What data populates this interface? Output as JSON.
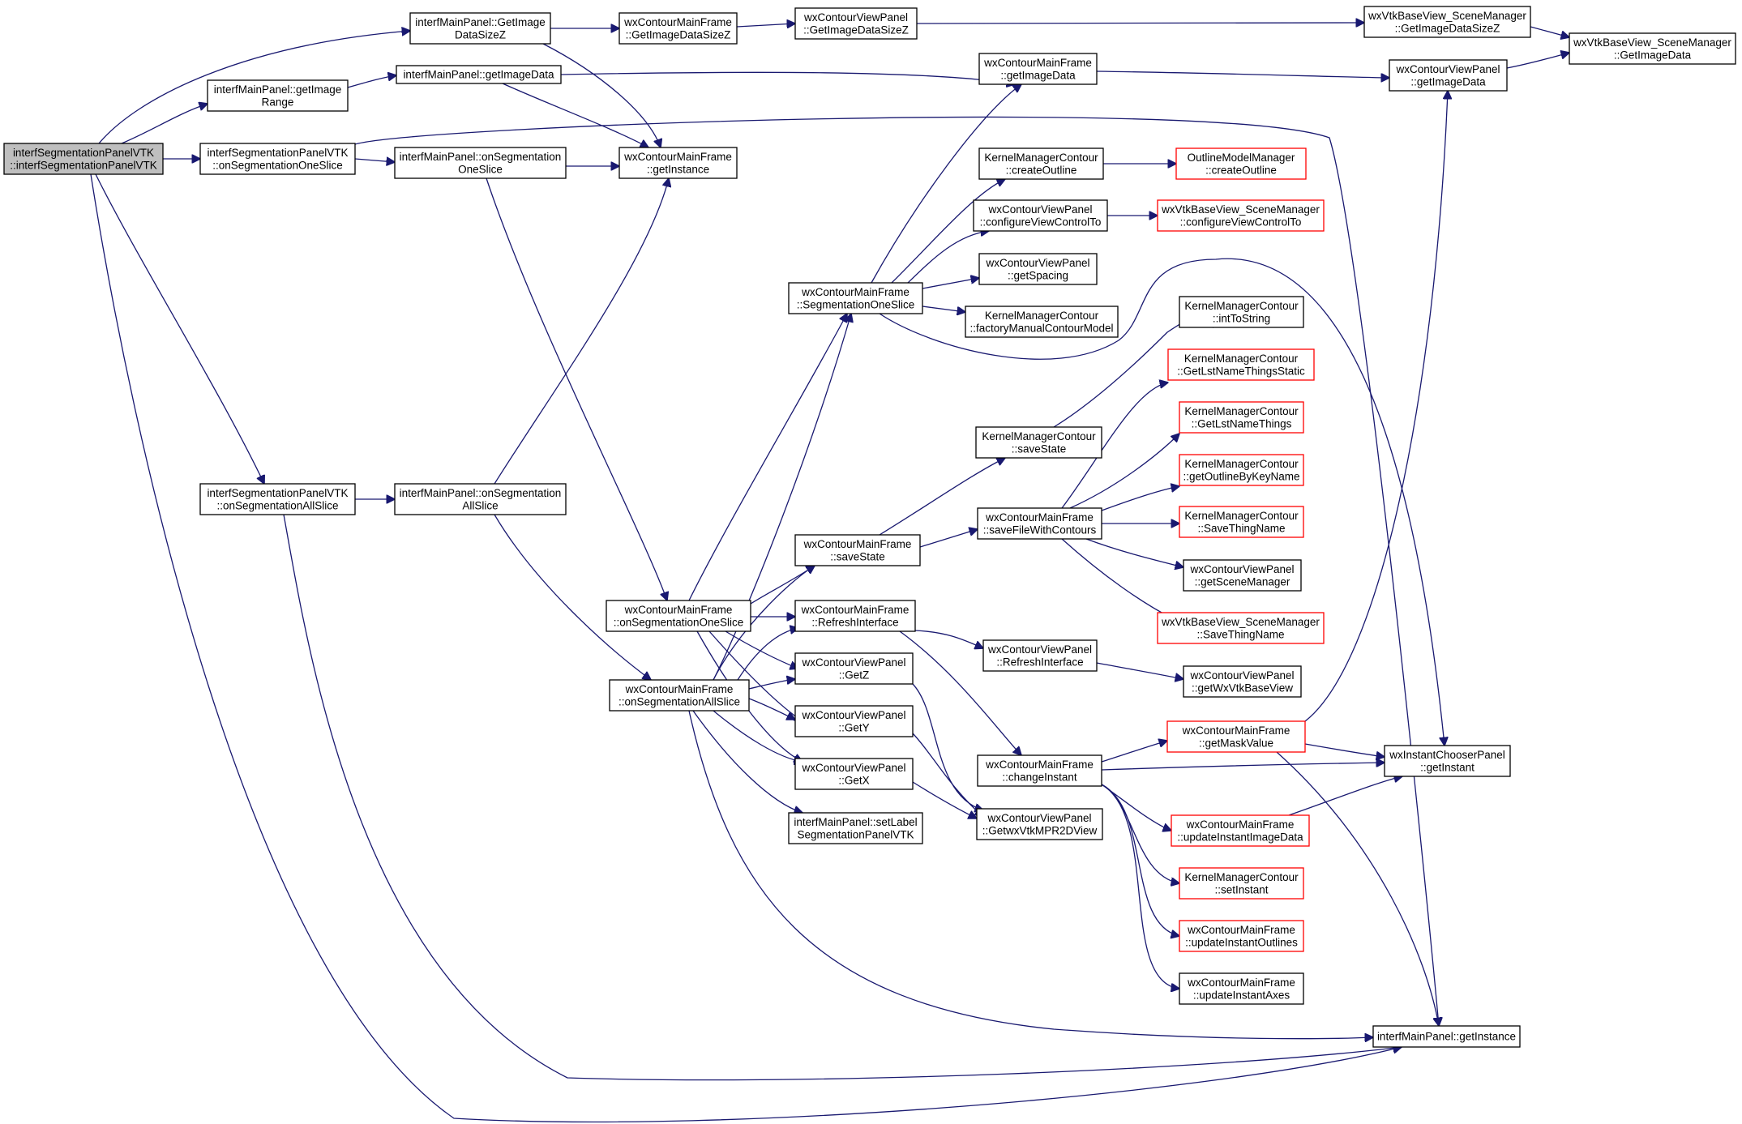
{
  "graph": {
    "edge_color": "#191970",
    "highlight_color": "#bfbfbf",
    "truncated_border_color": "#ff0000",
    "nodes": [
      {
        "id": "root",
        "lines": [
          "interfSegmentationPanelVTK",
          "::interfSegmentationPanelVTK"
        ],
        "root": true
      },
      {
        "id": "imp_getImageDataSizeZ",
        "lines": [
          "interfMainPanel::GetImage",
          "DataSizeZ"
        ]
      },
      {
        "id": "imp_getImageRange",
        "lines": [
          "interfMainPanel::getImage",
          "Range"
        ]
      },
      {
        "id": "isp_onSegOne",
        "lines": [
          "interfSegmentationPanelVTK",
          "::onSegmentationOneSlice"
        ]
      },
      {
        "id": "isp_onSegAll",
        "lines": [
          "interfSegmentationPanelVTK",
          "::onSegmentationAllSlice"
        ]
      },
      {
        "id": "imp_getImageData",
        "lines": [
          "interfMainPanel::getImageData"
        ]
      },
      {
        "id": "imp_onSegOne",
        "lines": [
          "interfMainPanel::onSegmentation",
          "OneSlice"
        ]
      },
      {
        "id": "imp_onSegAll",
        "lines": [
          "interfMainPanel::onSegmentation",
          "AllSlice"
        ]
      },
      {
        "id": "cmf_getImageDataSizeZ",
        "lines": [
          "wxContourMainFrame",
          "::GetImageDataSizeZ"
        ]
      },
      {
        "id": "cmf_getInstance",
        "lines": [
          "wxContourMainFrame",
          "::getInstance"
        ]
      },
      {
        "id": "cvp_getImageDataSizeZ",
        "lines": [
          "wxContourViewPanel",
          "::GetImageDataSizeZ"
        ]
      },
      {
        "id": "cmf_getImageData",
        "lines": [
          "wxContourMainFrame",
          "::getImageData"
        ]
      },
      {
        "id": "cmf_segOne",
        "lines": [
          "wxContourMainFrame",
          "::SegmentationOneSlice"
        ]
      },
      {
        "id": "cmf_onSegOne",
        "lines": [
          "wxContourMainFrame",
          "::onSegmentationOneSlice"
        ]
      },
      {
        "id": "cmf_onSegAll",
        "lines": [
          "wxContourMainFrame",
          "::onSegmentationAllSlice"
        ]
      },
      {
        "id": "cmf_saveState",
        "lines": [
          "wxContourMainFrame",
          "::saveState"
        ]
      },
      {
        "id": "cmf_refresh",
        "lines": [
          "wxContourMainFrame",
          "::RefreshInterface"
        ]
      },
      {
        "id": "cvp_getZ",
        "lines": [
          "wxContourViewPanel",
          "::GetZ"
        ]
      },
      {
        "id": "cvp_getY",
        "lines": [
          "wxContourViewPanel",
          "::GetY"
        ]
      },
      {
        "id": "cvp_getX",
        "lines": [
          "wxContourViewPanel",
          "::GetX"
        ]
      },
      {
        "id": "imp_setLabel",
        "lines": [
          "interfMainPanel::setLabel",
          "SegmentationPanelVTK"
        ]
      },
      {
        "id": "kmc_createOutline",
        "lines": [
          "KernelManagerContour",
          "::createOutline"
        ]
      },
      {
        "id": "cvp_configView",
        "lines": [
          "wxContourViewPanel",
          "::configureViewControlTo"
        ]
      },
      {
        "id": "cvp_getSpacing",
        "lines": [
          "wxContourViewPanel",
          "::getSpacing"
        ]
      },
      {
        "id": "kmc_factory",
        "lines": [
          "KernelManagerContour",
          "::factoryManualContourModel"
        ]
      },
      {
        "id": "kmc_saveState",
        "lines": [
          "KernelManagerContour",
          "::saveState"
        ]
      },
      {
        "id": "cmf_saveFile",
        "lines": [
          "wxContourMainFrame",
          "::saveFileWithContours"
        ]
      },
      {
        "id": "cvp_refresh",
        "lines": [
          "wxContourViewPanel",
          "::RefreshInterface"
        ]
      },
      {
        "id": "cmf_changeInstant",
        "lines": [
          "wxContourMainFrame",
          "::changeInstant"
        ]
      },
      {
        "id": "cvp_getMPR",
        "lines": [
          "wxContourViewPanel",
          "::GetwxVtkMPR2DView"
        ]
      },
      {
        "id": "omm_createOutline",
        "lines": [
          "OutlineModelManager",
          "::createOutline"
        ],
        "red": true
      },
      {
        "id": "vbv_configView",
        "lines": [
          "wxVtkBaseView_SceneManager",
          "::configureViewControlTo"
        ],
        "red": true
      },
      {
        "id": "kmc_intToString",
        "lines": [
          "KernelManagerContour",
          "::intToString"
        ]
      },
      {
        "id": "kmc_getLstStatic",
        "lines": [
          "KernelManagerContour",
          "::GetLstNameThingsStatic"
        ],
        "red": true
      },
      {
        "id": "kmc_getLst",
        "lines": [
          "KernelManagerContour",
          "::GetLstNameThings"
        ],
        "red": true
      },
      {
        "id": "kmc_getOutline",
        "lines": [
          "KernelManagerContour",
          "::getOutlineByKeyName"
        ],
        "red": true
      },
      {
        "id": "kmc_saveThing",
        "lines": [
          "KernelManagerContour",
          "::SaveThingName"
        ],
        "red": true
      },
      {
        "id": "cvp_getScene",
        "lines": [
          "wxContourViewPanel",
          "::getSceneManager"
        ]
      },
      {
        "id": "vbv_saveThing",
        "lines": [
          "wxVtkBaseView_SceneManager",
          "::SaveThingName"
        ],
        "red": true
      },
      {
        "id": "cvp_getWxVtk",
        "lines": [
          "wxContourViewPanel",
          "::getWxVtkBaseView"
        ]
      },
      {
        "id": "cmf_getMask",
        "lines": [
          "wxContourMainFrame",
          "::getMaskValue"
        ],
        "red": true
      },
      {
        "id": "cmf_updImg",
        "lines": [
          "wxContourMainFrame",
          "::updateInstantImageData"
        ],
        "red": true
      },
      {
        "id": "kmc_setInstant",
        "lines": [
          "KernelManagerContour",
          "::setInstant"
        ],
        "red": true
      },
      {
        "id": "cmf_updOutlines",
        "lines": [
          "wxContourMainFrame",
          "::updateInstantOutlines"
        ],
        "red": true
      },
      {
        "id": "cmf_updAxes",
        "lines": [
          "wxContourMainFrame",
          "::updateInstantAxes"
        ]
      },
      {
        "id": "vbv_getImageDataSizeZ",
        "lines": [
          "wxVtkBaseView_SceneManager",
          "::GetImageDataSizeZ"
        ]
      },
      {
        "id": "cvp_getImageData",
        "lines": [
          "wxContourViewPanel",
          "::getImageData"
        ]
      },
      {
        "id": "vbv_getImageData",
        "lines": [
          "wxVtkBaseView_SceneManager",
          "::GetImageData"
        ]
      },
      {
        "id": "icp_getInstant",
        "lines": [
          "wxInstantChooserPanel",
          "::getInstant"
        ]
      },
      {
        "id": "imp_getInstance",
        "lines": [
          "interfMainPanel::getInstance"
        ]
      }
    ]
  }
}
